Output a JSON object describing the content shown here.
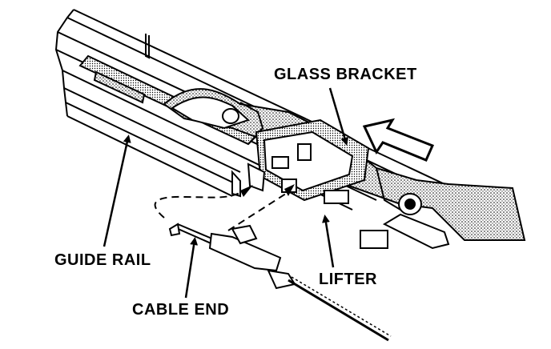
{
  "diagram": {
    "labels": {
      "glass_bracket": "GLASS BRACKET",
      "guide_rail": "GUIDE RAIL",
      "lifter": "LIFTER",
      "cable_end": "CABLE END"
    }
  }
}
